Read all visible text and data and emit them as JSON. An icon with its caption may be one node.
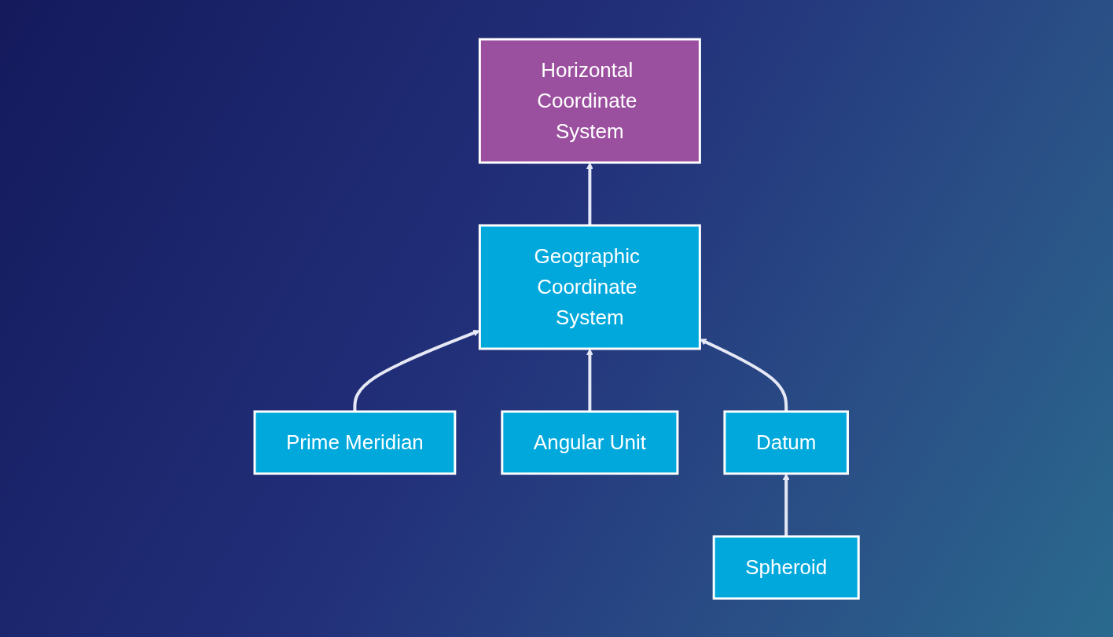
{
  "diagram": {
    "nodes": [
      {
        "text": [
          "Horizontal Coordinate System"
        ]
      },
      {
        "text": [
          "Geographic Coordinate System"
        ]
      },
      {
        "text": [
          "Prime Meridian"
        ]
      },
      {
        "text": [
          "Datum"
        ]
      },
      {
        "text": [
          "Spheroid"
        ]
      },
      {
        "text": [
          "Angular Unit"
        ]
      }
    ],
    "edges": [
      {
        "from": 1,
        "to": 0,
        "arrow": "to"
      },
      {
        "from": 2,
        "to": 1,
        "arrow": "to"
      },
      {
        "from": 5,
        "to": 1,
        "arrow": "to"
      },
      {
        "from": 3,
        "to": 1,
        "arrow": "to"
      },
      {
        "from": 4,
        "to": 3,
        "arrow": "to"
      }
    ]
  }
}
